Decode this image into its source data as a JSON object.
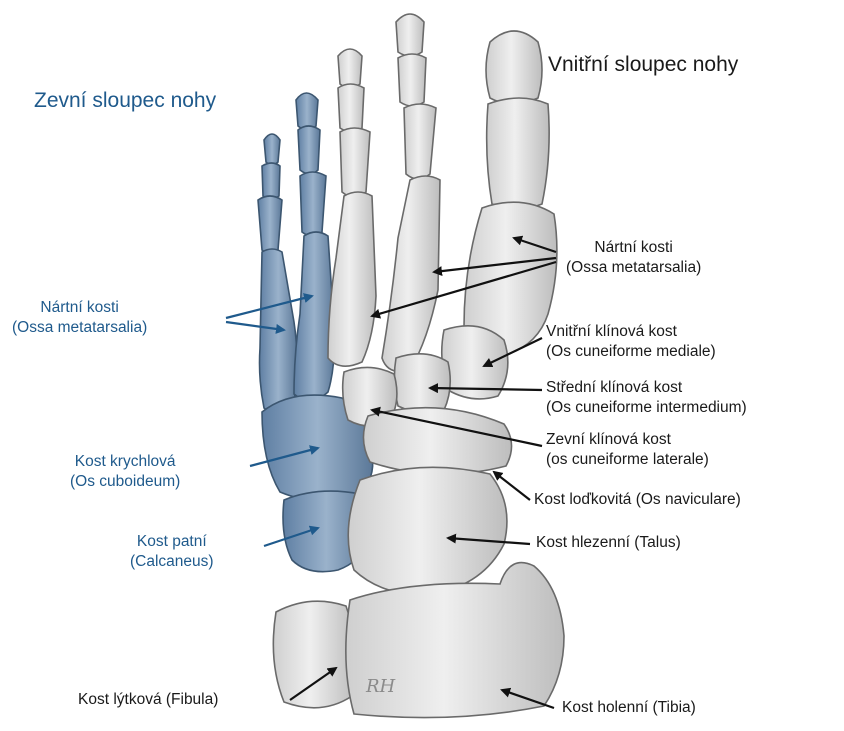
{
  "headings": {
    "outer_column": "Zevní sloupec nohy",
    "inner_column": "Vnitřní sloupec nohy"
  },
  "labels": {
    "metatarsals_left": {
      "line1": "Nártní kosti",
      "line2": "(Ossa metatarsalia)"
    },
    "metatarsals_right": {
      "line1": "Nártní kosti",
      "line2": "(Ossa metatarsalia)"
    },
    "medial_cuneiform": {
      "line1": "Vnitřní klínová kost",
      "line2": "(Os cuneiforme mediale)"
    },
    "intermediate_cuneiform": {
      "line1": "Střední klínová kost",
      "line2": "(Os cuneiforme intermedium)"
    },
    "lateral_cuneiform": {
      "line1": "Zevní klínová kost",
      "line2": "(os cuneiforme laterale)"
    },
    "cuboid": {
      "line1": "Kost krychlová",
      "line2": "(Os cuboideum)"
    },
    "navicular": {
      "line1": "Kost loďkovitá (Os naviculare)"
    },
    "calcaneus": {
      "line1": "Kost patní",
      "line2": "(Calcaneus)"
    },
    "talus": {
      "line1": "Kost hlezenní (Talus)"
    },
    "fibula": {
      "line1": "Kost lýtková (Fibula)"
    },
    "tibia": {
      "line1": "Kost holenní (Tibia)"
    }
  },
  "signature": "RH",
  "colors": {
    "outer_column_bone": "#7e9ab8",
    "outer_column_stroke": "#3c5670",
    "inner_column_bone": "#e4e4e4",
    "inner_column_stroke": "#6a6a6a",
    "label_blue": "#1f5a8c",
    "label_dark": "#1a1a1a"
  }
}
